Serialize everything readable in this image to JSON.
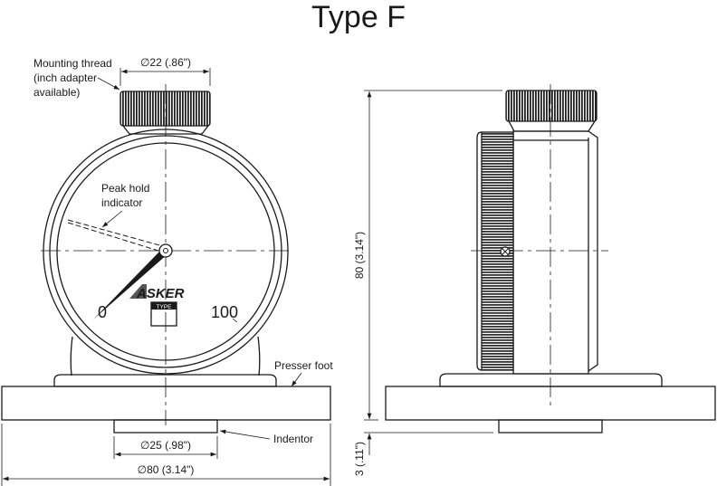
{
  "title": "Type F",
  "front_view": {
    "mounting_thread_label": [
      "Mounting thread",
      "(inch adapter",
      "available)"
    ],
    "thread_dim": "∅22 (.86\")",
    "peak_hold_label": [
      "Peak hold",
      "indicator"
    ],
    "brand_logo": "ASKER",
    "type_badge": "TYPE",
    "scale_min": "0",
    "scale_max": "100",
    "presser_foot_label": "Presser foot",
    "indentor_label": "Indentor",
    "indentor_dim": "∅25 (.98\")",
    "base_dim": "∅80 (3.14\")"
  },
  "side_view": {
    "height_dim": "80 (3.14\")",
    "indentor_height_dim": "3 (.11\")"
  }
}
